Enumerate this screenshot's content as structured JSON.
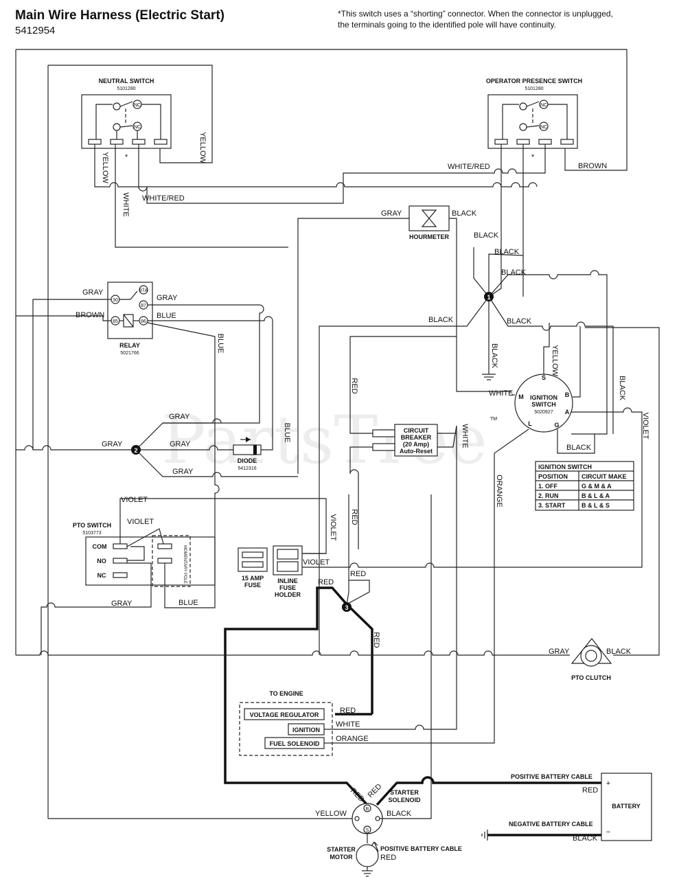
{
  "header": {
    "title": "Main Wire Harness (Electric Start)",
    "part_number": "5412954",
    "note_line1": "*This switch uses a “shorting” connector. When the connector is unplugged,",
    "note_line2": "the terminals going to the identified pole will have continuity."
  },
  "watermark": "PartsTree",
  "watermark_tm": "TM",
  "components": {
    "neutral_switch": {
      "name": "NEUTRAL SWITCH",
      "part": "5101280"
    },
    "operator_presence_switch": {
      "name": "OPERATOR PRESENCE SWITCH",
      "part": "5101280"
    },
    "hourmeter": {
      "name": "HOURMETER"
    },
    "relay": {
      "name": "RELAY",
      "part": "5021766",
      "pins": [
        "30",
        "87A",
        "87",
        "85",
        "86"
      ]
    },
    "ignition_switch": {
      "name_line1": "IGNITION",
      "name_line2": "SWITCH",
      "part": "5020927",
      "terminals": [
        "S",
        "M",
        "B",
        "A",
        "L",
        "G"
      ]
    },
    "circuit_breaker": {
      "line1": "CIRCUIT",
      "line2": "BREAKER",
      "line3": "(20 Amp)",
      "line4": "Auto-Reset"
    },
    "diode": {
      "name": "DIODE",
      "part": "5412316"
    },
    "pto_switch": {
      "name": "PTO SWITCH",
      "part": "5103773",
      "com": "COM",
      "no": "NO",
      "nc": "NC",
      "momentary": "MOMENTARY POLE"
    },
    "fuse": {
      "line1": "15 AMP",
      "line2": "FUSE"
    },
    "inline_fuse_holder": {
      "line1": "INLINE",
      "line2": "FUSE",
      "line3": "HOLDER"
    },
    "to_engine": {
      "title": "TO ENGINE",
      "voltage_regulator": "VOLTAGE REGULATOR",
      "ignition": "IGNITION",
      "fuel_solenoid": "FUEL SOLENOID"
    },
    "pto_clutch": {
      "name": "PTO CLUTCH"
    },
    "starter_solenoid": {
      "line1": "STARTER",
      "line2": "SOLENOID"
    },
    "starter_motor": {
      "line1": "STARTER",
      "line2": "MOTOR"
    },
    "battery": {
      "name": "BATTERY",
      "plus": "+",
      "minus": "−"
    },
    "nc": "NC",
    "star": "*",
    "splices": [
      "1",
      "2",
      "3"
    ],
    "sol_b": "B",
    "sol_s": "S"
  },
  "ignition_table": {
    "title": "IGNITION SWITCH",
    "headers": [
      "POSITION",
      "CIRCUIT MAKE"
    ],
    "rows": [
      [
        "1. OFF",
        "G & M & A"
      ],
      [
        "2. RUN",
        "B & L & A"
      ],
      [
        "3. START",
        "B & L & S"
      ]
    ]
  },
  "wire_labels": {
    "yellow": "YELLOW",
    "white": "WHITE",
    "white_red": "WHITE/RED",
    "brown": "BROWN",
    "gray": "GRAY",
    "black": "BLACK",
    "blue": "BLUE",
    "red": "RED",
    "violet": "VIOLET",
    "orange": "ORANGE",
    "positive_battery_cable": "POSITIVE BATTERY CABLE",
    "negative_battery_cable": "NEGATIVE BATTERY CABLE"
  }
}
